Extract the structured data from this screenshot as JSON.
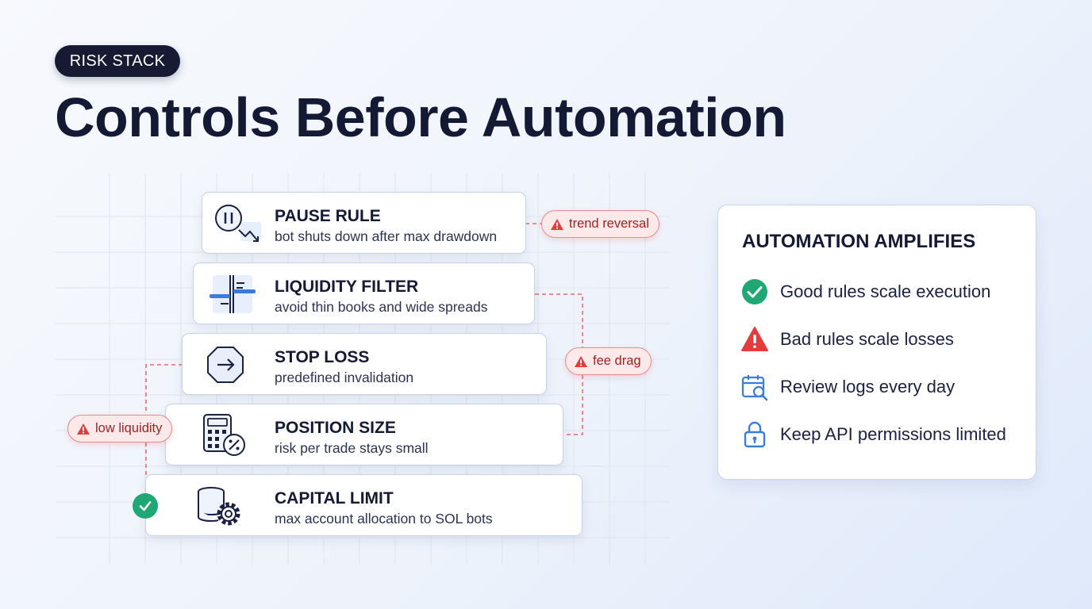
{
  "badge": "RISK STACK",
  "title": "Controls Before Automation",
  "stack": [
    {
      "title": "PAUSE RULE",
      "subtitle": "bot shuts down after max drawdown",
      "icon": "pause-drawdown-icon"
    },
    {
      "title": "LIQUIDITY FILTER",
      "subtitle": "avoid thin books and wide spreads",
      "icon": "order-book-icon"
    },
    {
      "title": "STOP LOSS",
      "subtitle": "predefined invalidation",
      "icon": "stop-arrow-icon"
    },
    {
      "title": "POSITION SIZE",
      "subtitle": "risk per trade stays small",
      "icon": "calculator-percent-icon"
    },
    {
      "title": "CAPITAL LIMIT",
      "subtitle": "max account allocation to SOL bots",
      "icon": "coins-gear-icon"
    }
  ],
  "warnings": {
    "trend_reversal": "trend reversal",
    "fee_drag": "fee drag",
    "low_liquidity": "low liquidity"
  },
  "panel": {
    "title": "AUTOMATION AMPLIFIES",
    "items": [
      {
        "text": "Good rules scale execution",
        "icon": "check-circle-icon"
      },
      {
        "text": "Bad rules scale losses",
        "icon": "warning-icon"
      },
      {
        "text": "Review logs every day",
        "icon": "calendar-search-icon"
      },
      {
        "text": "Keep API permissions limited",
        "icon": "lock-icon"
      }
    ]
  },
  "colors": {
    "dark": "#141a33",
    "accent_blue": "#3a7be0",
    "warning_red": "#e23d3d",
    "success_green": "#1fa774"
  }
}
